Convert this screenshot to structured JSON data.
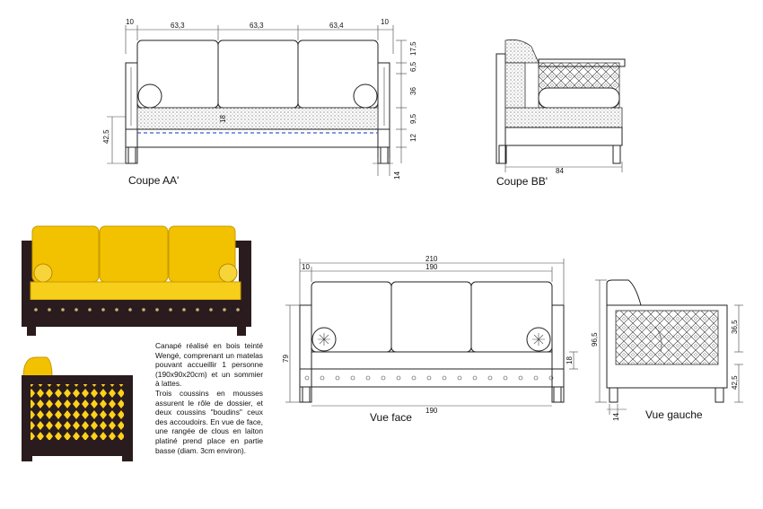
{
  "views": {
    "coupe_aa": "Coupe AA'",
    "coupe_bb": "Coupe BB'",
    "vue_face": "Vue face",
    "vue_gauche": "Vue gauche"
  },
  "dims": {
    "aa_top": [
      "10",
      "63,3",
      "63,3",
      "63,4",
      "10"
    ],
    "aa_right": [
      "17,5",
      "6,5",
      "36",
      "9,5",
      "12"
    ],
    "aa_left": "42,5",
    "aa_center": "18",
    "aa_bottom": "14",
    "bb_bottom": "84",
    "face_total": "210",
    "face_inner_left": "10",
    "face_inner": "190",
    "face_left": "79",
    "face_right": "18",
    "face_bottom": "190",
    "gauche_bottom": "14",
    "gauche_r1": "36,5",
    "gauche_l": "96,5",
    "gauche_r2": "42,5"
  },
  "description": [
    "Canapé réalisé en bois teinté Wengé, comprenant un matelas pouvant accueillir 1 personne (190x90x20cm) et un sommier à lattes.",
    "Trois coussins en mousses assurent le rôle de dossier, et deux coussins \"boudins\" ceux des accoudoirs. En vue de face, une rangée de clous en laiton platiné prend place en partie basse (diam. 3cm environ)."
  ],
  "colors": {
    "cushion": "#f2c200",
    "wood": "#2a1c1e",
    "nail": "#c9b27a"
  }
}
